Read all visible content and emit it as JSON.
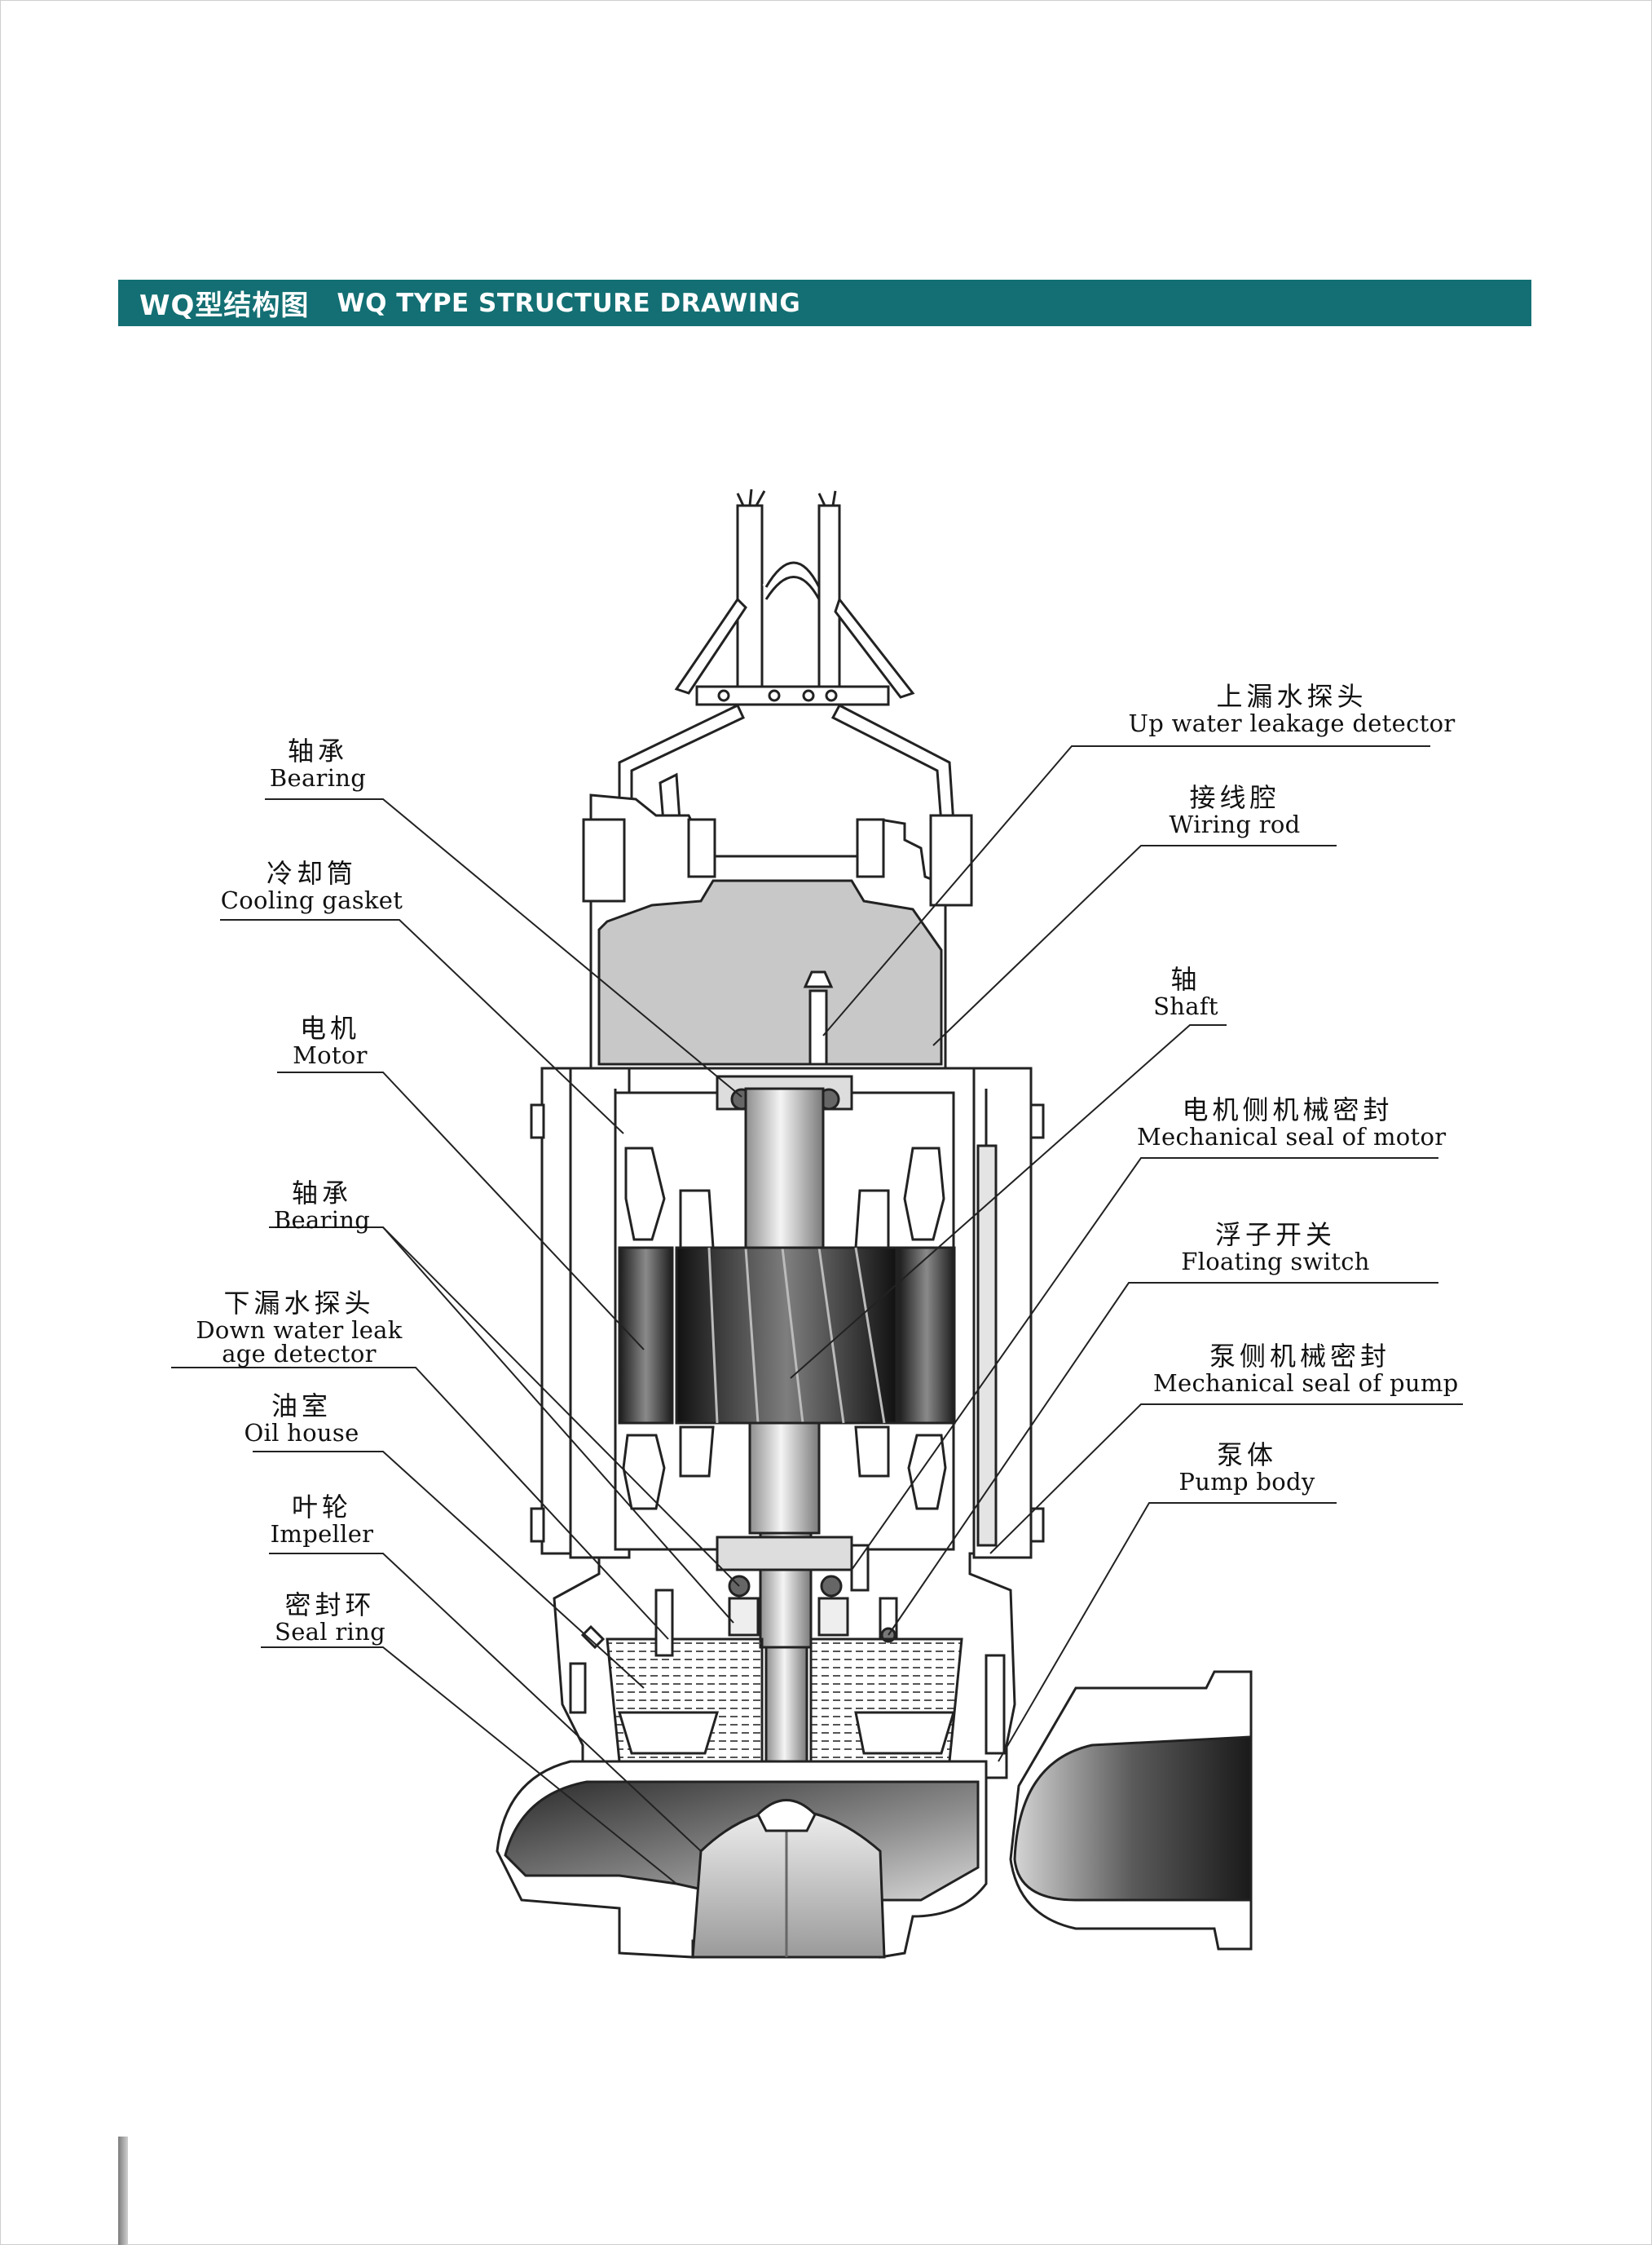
{
  "header": {
    "title_cn": "WQ型结构图",
    "title_en": "WQ TYPE STRUCTURE DRAWING",
    "bar_color": "#136f73"
  },
  "labels": [
    {
      "id": "bearing-top",
      "cn": "轴承",
      "en": "Bearing"
    },
    {
      "id": "cooling-gasket",
      "cn": "冷却筒",
      "en": "Cooling gasket"
    },
    {
      "id": "motor",
      "cn": "电机",
      "en": "Motor"
    },
    {
      "id": "bearing-lower",
      "cn": "轴承",
      "en": "Bearing"
    },
    {
      "id": "down-leak-detector",
      "cn": "下漏水探头",
      "en": "Down water leak age detector",
      "en_lines": [
        "Down water leak",
        "age detector"
      ]
    },
    {
      "id": "oil-house",
      "cn": "油室",
      "en": "Oil house"
    },
    {
      "id": "impeller",
      "cn": "叶轮",
      "en": "Impeller"
    },
    {
      "id": "seal-ring",
      "cn": "密封环",
      "en": "Seal ring"
    },
    {
      "id": "up-leak-detector",
      "cn": "上漏水探头",
      "en": "Up water leakage detector"
    },
    {
      "id": "wiring-rod",
      "cn": "接线腔",
      "en": "Wiring rod"
    },
    {
      "id": "shaft",
      "cn": "轴",
      "en": "Shaft"
    },
    {
      "id": "mech-seal-motor",
      "cn": "电机侧机械密封",
      "en": "Mechanical seal of motor"
    },
    {
      "id": "floating-switch",
      "cn": "浮子开关",
      "en": "Floating switch"
    },
    {
      "id": "mech-seal-pump",
      "cn": "泵侧机械密封",
      "en": "Mechanical seal of pump"
    },
    {
      "id": "pump-body",
      "cn": "泵体",
      "en": "Pump body"
    }
  ]
}
